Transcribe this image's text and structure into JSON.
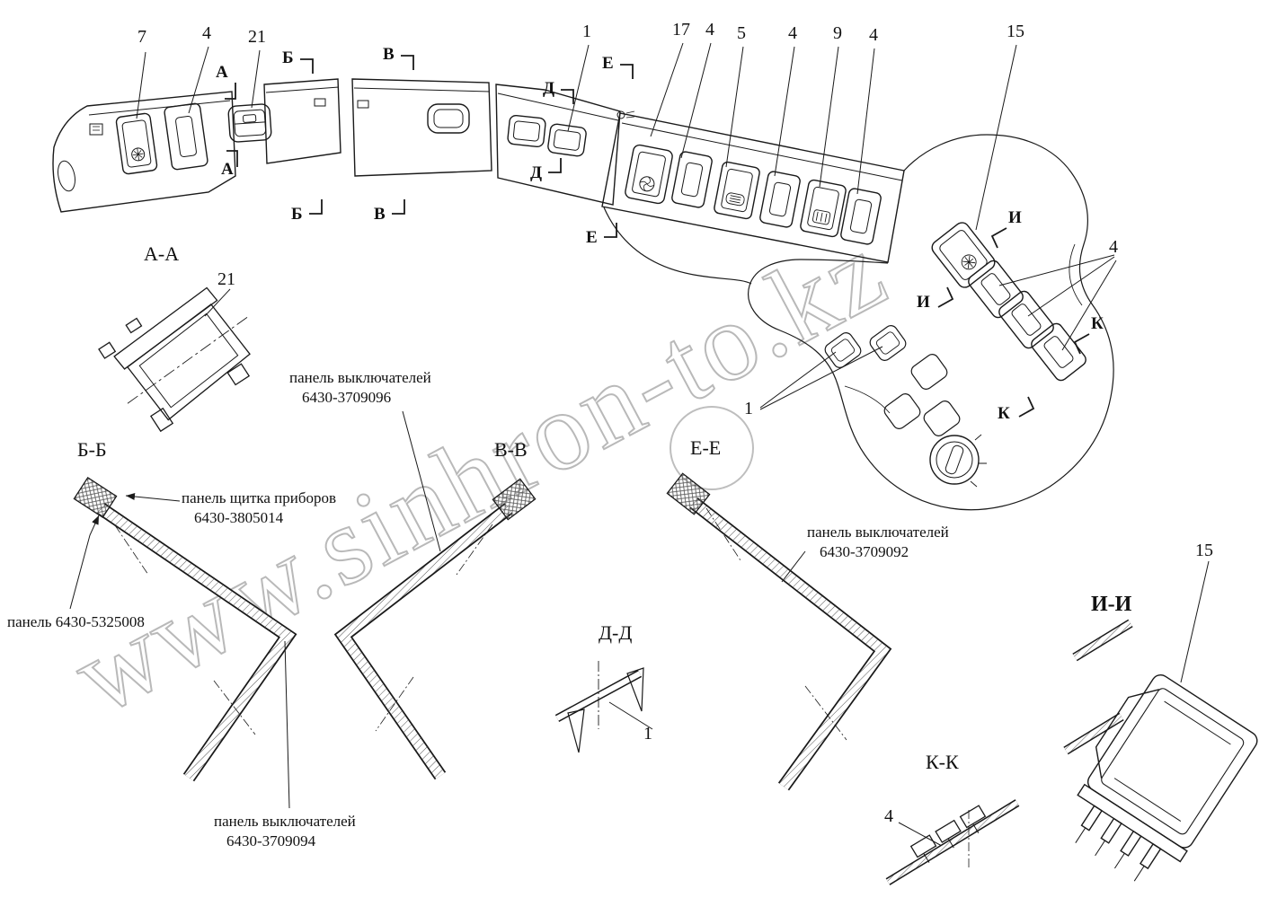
{
  "watermark": {
    "text": "www.sinhron-to.kz"
  },
  "callouts": {
    "item1": "1",
    "item4": "4",
    "item5": "5",
    "item7": "7",
    "item9": "9",
    "item15": "15",
    "item17": "17",
    "item21": "21"
  },
  "section_markers": {
    "a": "А",
    "b": "Б",
    "v": "В",
    "d": "Д",
    "e": "Е",
    "i": "И",
    "k": "К"
  },
  "section_titles": {
    "aa": "А-А",
    "bb": "Б-Б",
    "vv": "В-В",
    "dd": "Д-Д",
    "ee": "Е-Е",
    "ii": "И-И",
    "kk": "К-К"
  },
  "labels": {
    "switch_panel_top": {
      "line1": "панель выключателей",
      "line2": "6430-3709096"
    },
    "instrument_panel": {
      "line1": "панель щитка приборов",
      "line2": "6430-3805014"
    },
    "panel_left": {
      "line1": "панель 6430-5325008"
    },
    "switch_panel_right": {
      "line1": "панель выключателей",
      "line2": "6430-3709092"
    },
    "switch_panel_bottom": {
      "line1": "панель выключателей",
      "line2": "6430-3709094"
    }
  }
}
